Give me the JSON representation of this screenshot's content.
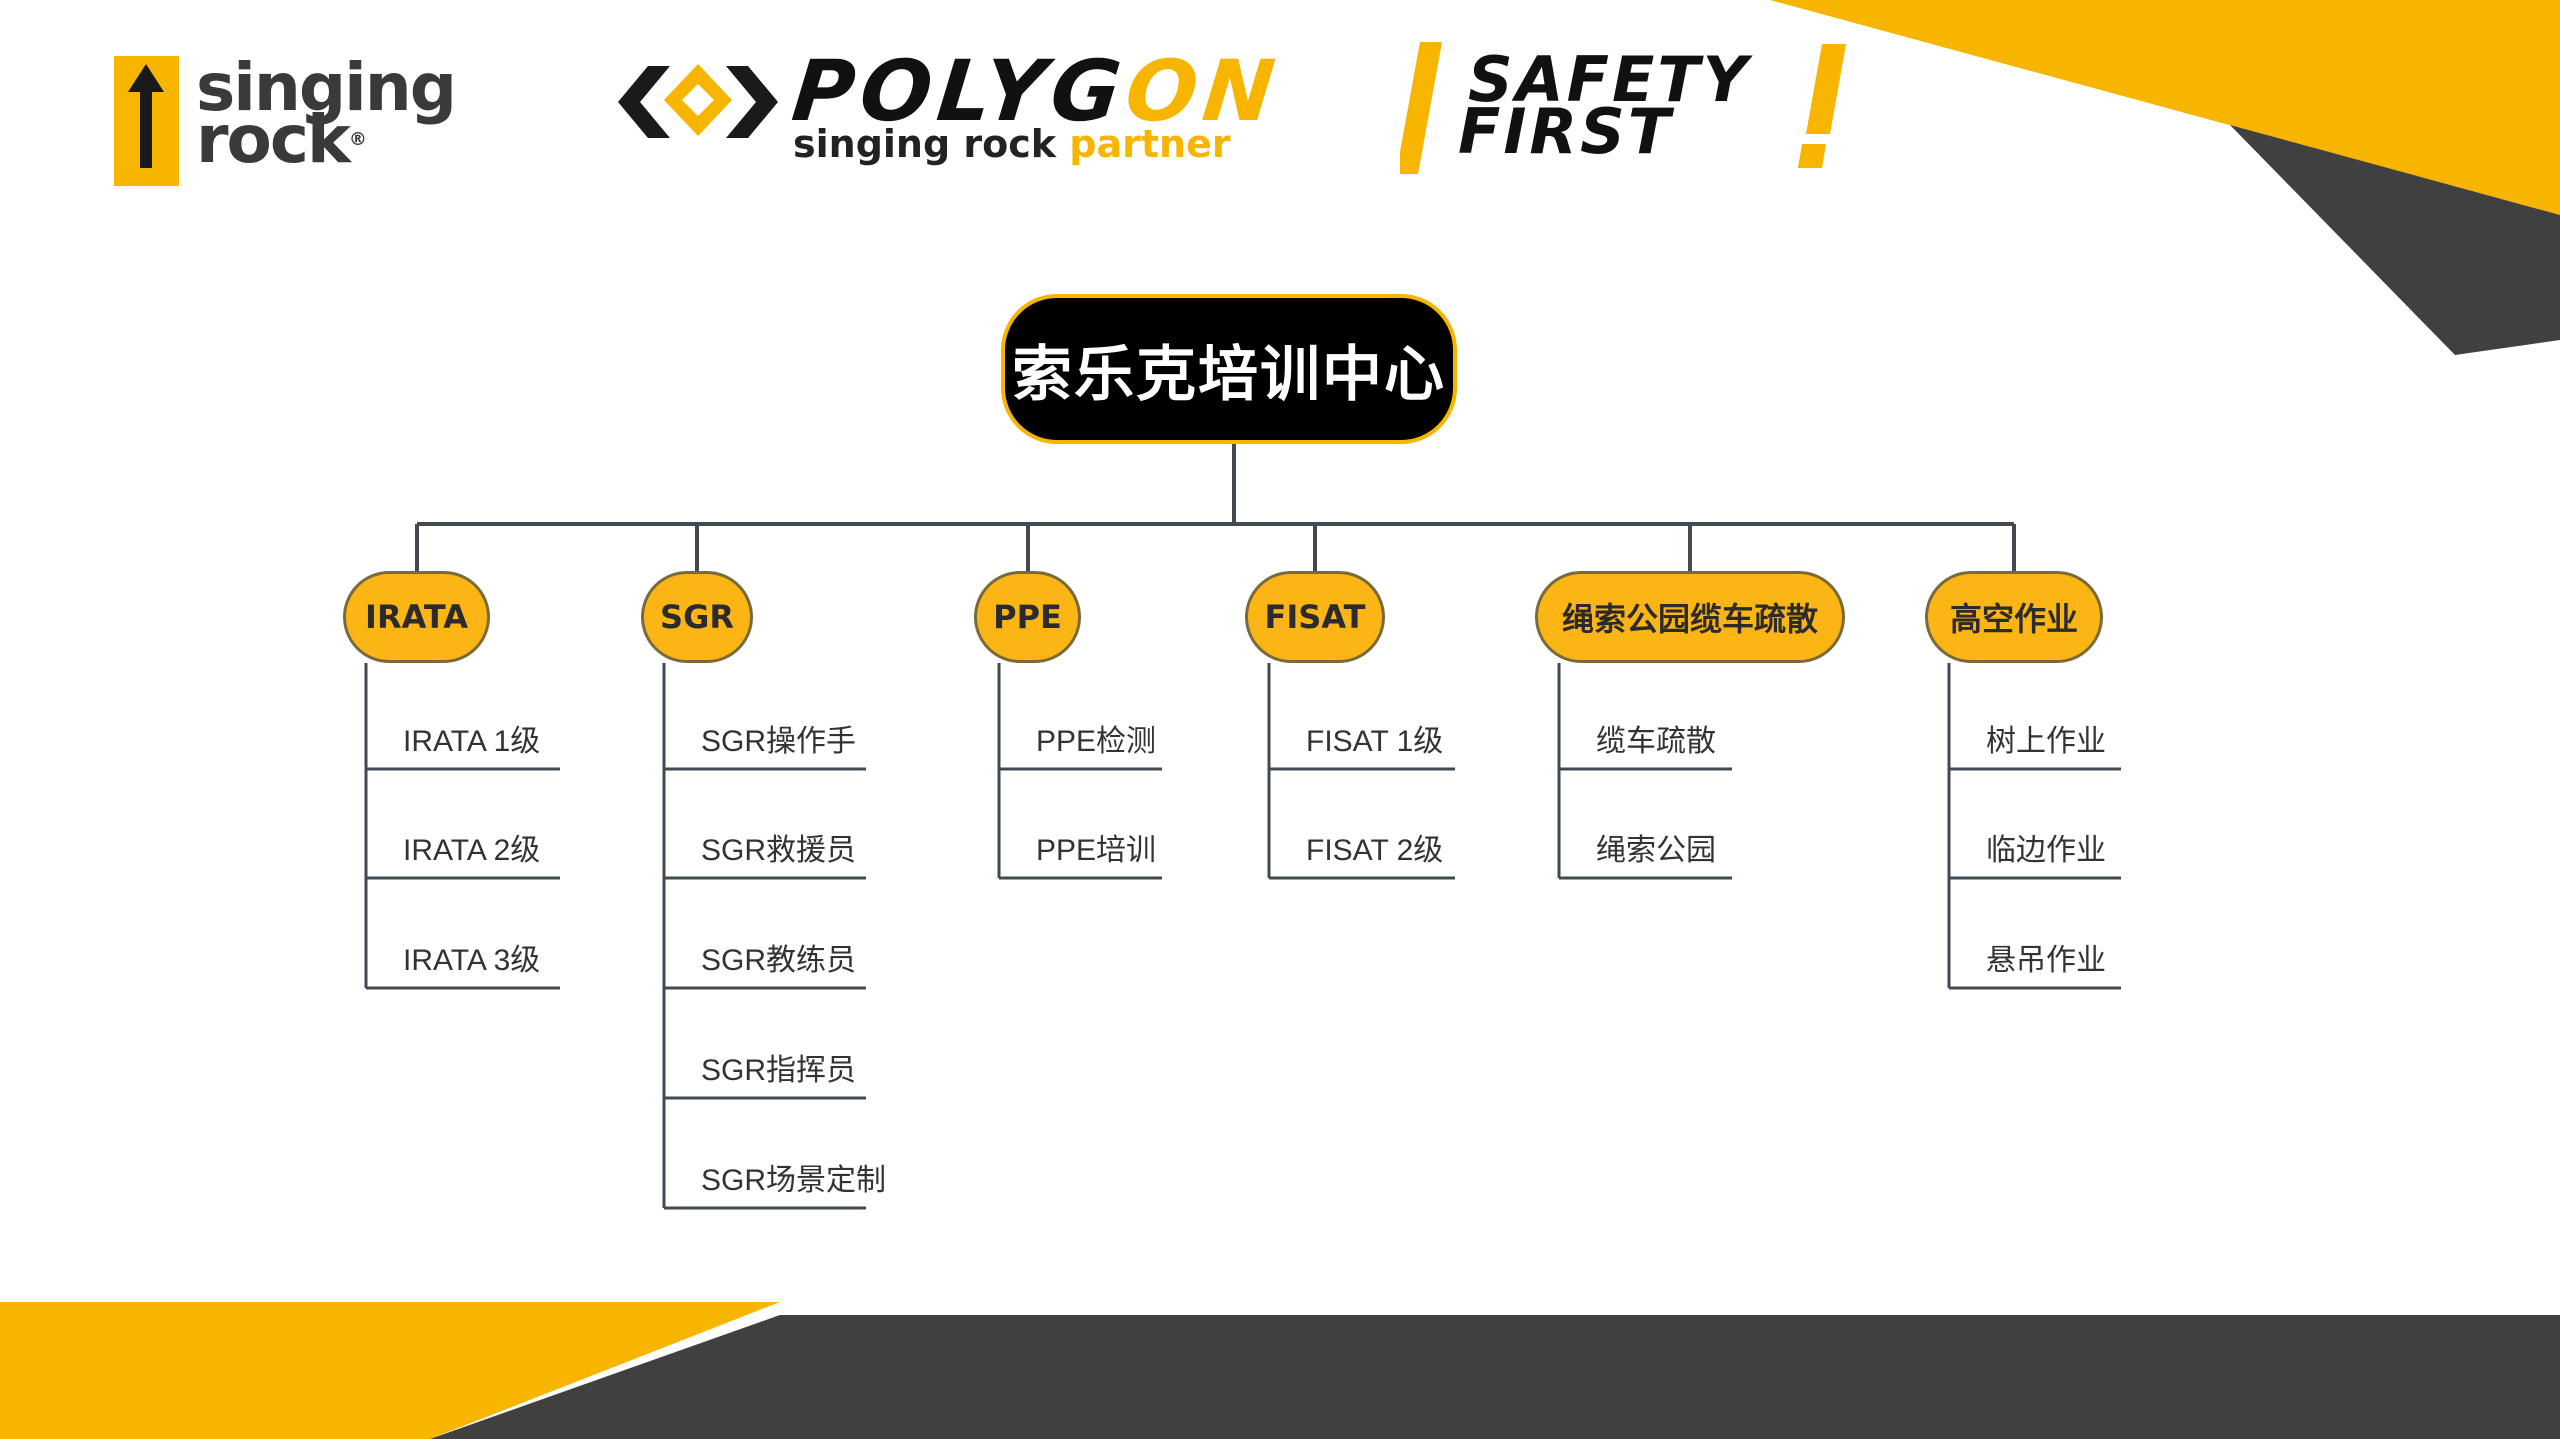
{
  "logos": {
    "singing_rock": {
      "line1": "singing",
      "line2": "rock",
      "reg": "®"
    },
    "polygon": {
      "name_a": "POLYG",
      "name_b": "ON",
      "sub_a": "singing rock ",
      "sub_b": "partner"
    },
    "safety_first": {
      "line1": "SAFETY",
      "line2": "FIRST"
    }
  },
  "colors": {
    "accent": "#f7b500",
    "dark": "#3d3d3d",
    "node_fill": "#fbb515",
    "root_fill": "#000000",
    "line": "#404a50"
  },
  "diagram": {
    "root": "索乐克培训中心",
    "categories": [
      {
        "label": "IRATA",
        "items": [
          "IRATA 1级",
          "IRATA 2级",
          "IRATA 3级"
        ]
      },
      {
        "label": "SGR",
        "items": [
          "SGR操作手",
          "SGR救援员",
          "SGR教练员",
          "SGR指挥员",
          "SGR场景定制"
        ]
      },
      {
        "label": "PPE",
        "items": [
          "PPE检测",
          "PPE培训"
        ]
      },
      {
        "label": "FISAT",
        "items": [
          "FISAT 1级",
          "FISAT 2级"
        ]
      },
      {
        "label": "绳索公园缆车疏散",
        "items": [
          "缆车疏散",
          "绳索公园"
        ]
      },
      {
        "label": "高空作业",
        "items": [
          "树上作业",
          "临边作业",
          "悬吊作业"
        ]
      }
    ]
  }
}
